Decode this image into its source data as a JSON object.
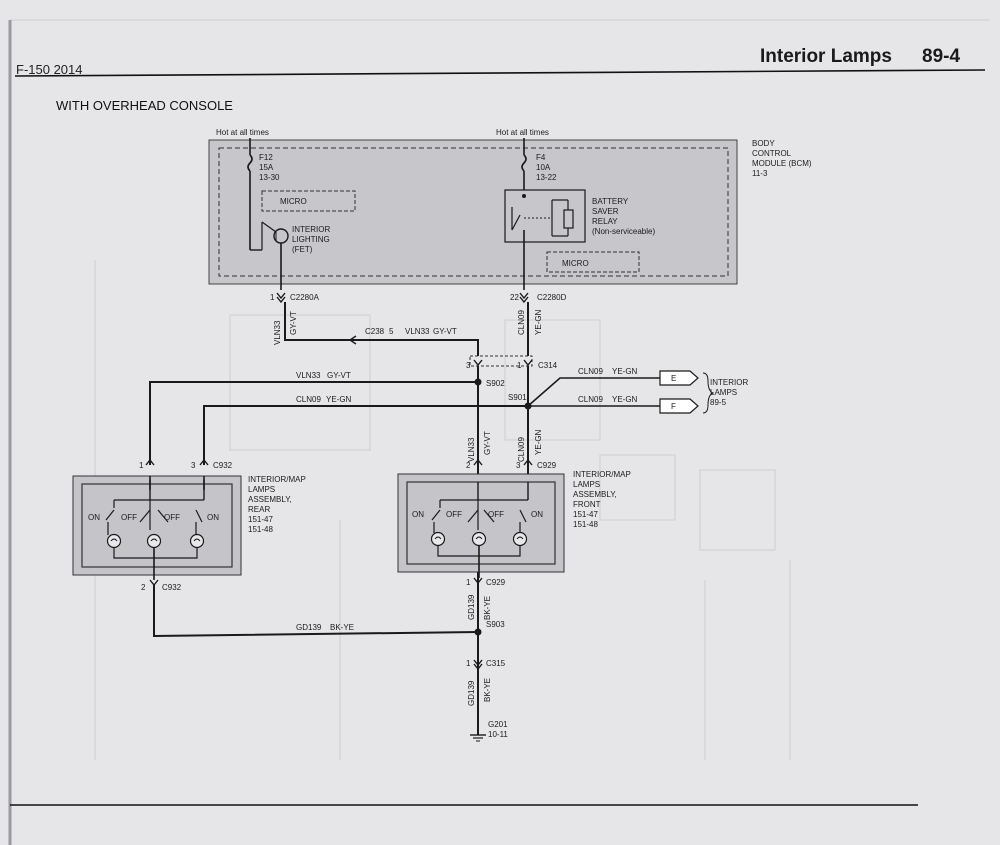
{
  "header": {
    "model": "F-150 2014",
    "section_title": "Interior Lamps",
    "page_number": "89-4"
  },
  "diagram": {
    "subtitle": "WITH OVERHEAD CONSOLE",
    "bcm": {
      "label": [
        "BODY",
        "CONTROL",
        "MODULE (BCM)",
        "11-3"
      ],
      "fuse_left": {
        "hot": "Hot at all times",
        "lines": [
          "F12",
          "15A",
          "13-30"
        ]
      },
      "fuse_right": {
        "hot": "Hot at all times",
        "lines": [
          "F4",
          "10A",
          "13-22"
        ]
      },
      "micro_left": "MICRO",
      "micro_right": "MICRO",
      "fet_label": [
        "INTERIOR",
        "LIGHTING",
        "(FET)"
      ],
      "relay_label": [
        "BATTERY",
        "SAVER",
        "RELAY",
        "(Non-serviceable)"
      ]
    },
    "connectors": {
      "c2280a": {
        "pin": "1",
        "name": "C2280A"
      },
      "c2280d": {
        "pin": "22",
        "name": "C2280D"
      },
      "c238": "C238",
      "c238_pin": "5",
      "c314": "C314",
      "c314_pin_left": "3",
      "c314_pin_right": "1",
      "s902": "S902",
      "s901": "S901",
      "s903": "S903",
      "c932_top": "C932",
      "c932_pin1": "1",
      "c932_pin3": "3",
      "c932_bottom": "C932",
      "c932_pin2": "2",
      "c929_top": "C929",
      "c929_pin2": "2",
      "c929_pin3": "3",
      "c929_bottom": "C929",
      "c929_pin1": "1",
      "c315": "C315",
      "c315_pin": "1",
      "g201": [
        "G201",
        "10-11"
      ]
    },
    "wires": {
      "vln33": "VLN33",
      "gy_vt": "GY-VT",
      "cln09": "CLN09",
      "ye_gn": "YE-GN",
      "gd139": "GD139",
      "bk_ye": "BK-YE"
    },
    "interior_lamps": {
      "label": [
        "INTERIOR",
        "LAMPS",
        "89-5"
      ],
      "e": "E",
      "f": "F"
    },
    "rear_assembly": {
      "label": [
        "INTERIOR/MAP",
        "LAMPS",
        "ASSEMBLY,",
        "REAR",
        "151-47",
        "151-48"
      ],
      "on_left": "ON",
      "off_left": "OFF",
      "off_right": "OFF",
      "on_right": "ON"
    },
    "front_assembly": {
      "label": [
        "INTERIOR/MAP",
        "LAMPS",
        "ASSEMBLY,",
        "FRONT",
        "151-47",
        "151-48"
      ],
      "on_left": "ON",
      "off_left": "OFF",
      "off_right": "OFF",
      "on_right": "ON"
    }
  }
}
